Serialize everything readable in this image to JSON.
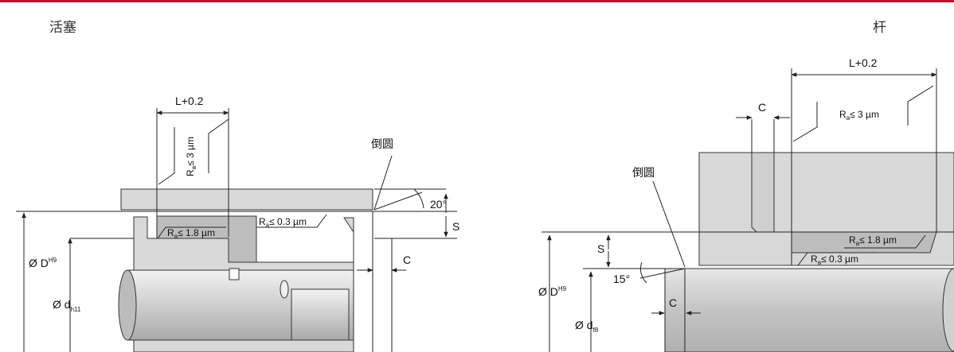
{
  "colors": {
    "accent": "#c8102e",
    "housing": "#d8d8d8",
    "shaft": "#c9c9c9"
  },
  "headings": {
    "left": "活塞",
    "right": "杆"
  },
  "piston": {
    "length_label": "L+0.2",
    "chamfer_label": "倒圆",
    "angle_label": "20°",
    "s_label": "S",
    "c_label": "C",
    "roughness_vertical": {
      "r": "R",
      "sub": "a",
      "rest": "≤ 3 µm"
    },
    "roughness_1": {
      "r": "R",
      "sub": "a",
      "rest": "≤ 1.8 µm"
    },
    "roughness_2": {
      "r": "R",
      "sub": "a",
      "rest": "≤ 0.3 µm"
    },
    "bore": {
      "phi": "Ø",
      "d": "D",
      "tol": "H9"
    },
    "groove": {
      "phi": "Ø",
      "d": "d",
      "tol": "h11"
    }
  },
  "rod": {
    "length_label": "L+0.2",
    "c_top_label": "C",
    "chamfer_label": "倒圆",
    "s_label": "S",
    "angle_label": "15°",
    "c_label": "C",
    "roughness_top": {
      "r": "R",
      "sub": "a",
      "rest": "≤ 3 µm"
    },
    "roughness_1": {
      "r": "R",
      "sub": "a",
      "rest": "≤ 1.8 µm"
    },
    "roughness_2": {
      "r": "R",
      "sub": "a",
      "rest": "≤ 0.3 µm"
    },
    "bore": {
      "phi": "Ø",
      "d": "D",
      "tol": "H9"
    },
    "rod_dia": {
      "phi": "Ø",
      "d": "d",
      "tol": "f8"
    }
  }
}
